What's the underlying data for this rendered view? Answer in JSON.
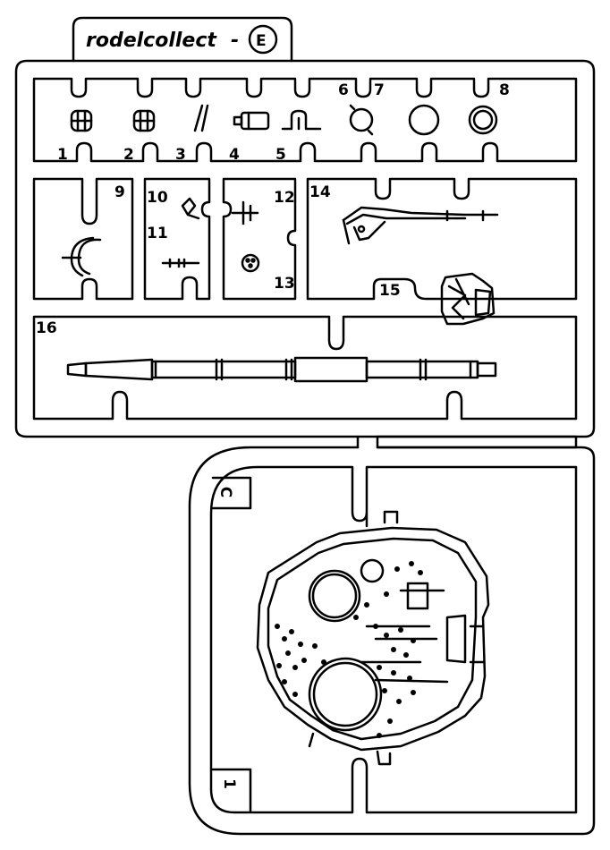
{
  "header": {
    "brand": "rodelcollect",
    "dash": "-",
    "sprue_letter": "E"
  },
  "sprue_e": {
    "part_numbers": [
      "1",
      "2",
      "3",
      "4",
      "5",
      "6",
      "7",
      "8",
      "9",
      "10",
      "11",
      "12",
      "13",
      "14",
      "15",
      "16"
    ]
  },
  "sprue_c": {
    "letter": "C",
    "part_number": "1"
  },
  "colors": {
    "line": "#000000",
    "background": "#ffffff"
  }
}
